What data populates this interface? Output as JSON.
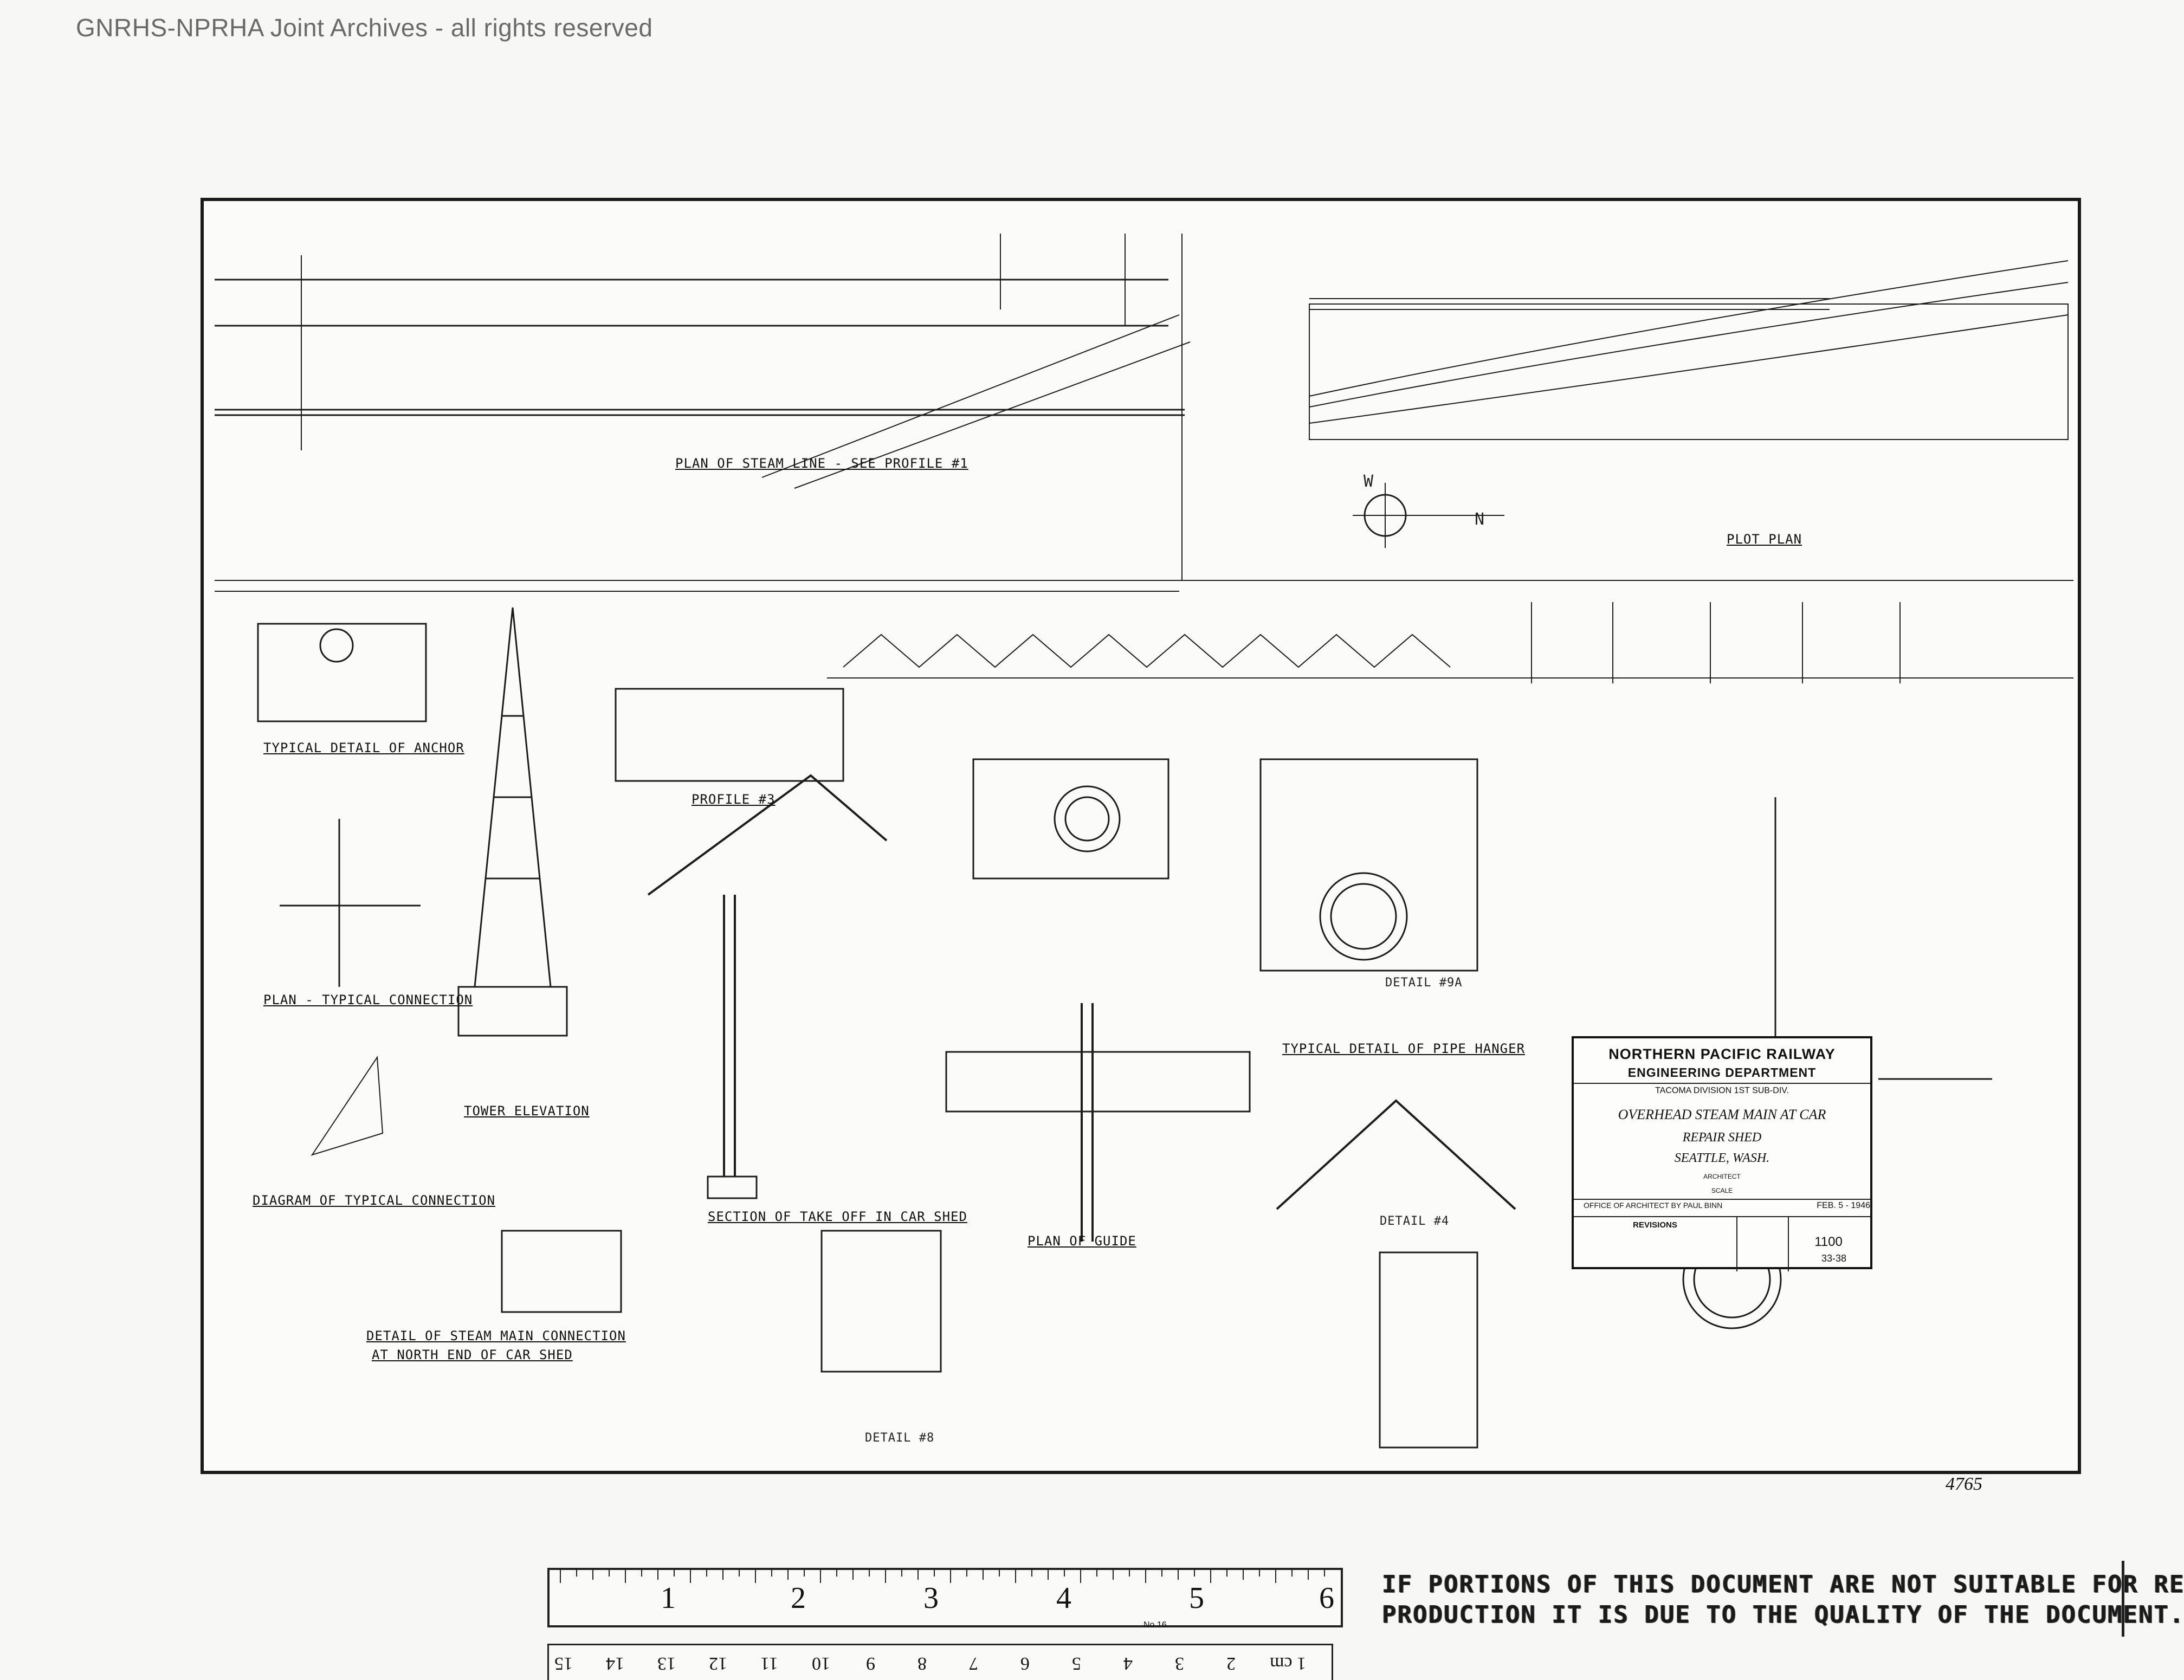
{
  "watermark": "GNRHS-NPRHA Joint Archives - all rights reserved",
  "drawing_labels": {
    "plan_steam_line": "PLAN OF STEAM LINE - SEE PROFILE #1",
    "plot_plan": "PLOT PLAN",
    "typical_detail_anchor": "TYPICAL DETAIL OF ANCHOR",
    "plan_typical_connection": "PLAN - TYPICAL CONNECTION",
    "tower_elevation": "TOWER ELEVATION",
    "diagram_typical_connection": "DIAGRAM OF TYPICAL CONNECTION",
    "profile_3": "PROFILE #3",
    "section_take_off": "SECTION OF TAKE OFF IN CAR SHED",
    "plan_of_guide": "PLAN OF GUIDE",
    "typical_detail_pipe_hanger": "TYPICAL DETAIL OF PIPE HANGER",
    "detail_steam_main_connection": "DETAIL OF STEAM MAIN CONNECTION",
    "north_end_car_shed": "AT NORTH END OF CAR SHED",
    "detail_9a": "DETAIL #9A",
    "detail_4": "DETAIL #4",
    "detail_8": "DETAIL #8",
    "north_marker": "N",
    "west_marker": "W"
  },
  "title_block": {
    "railway": "NORTHERN PACIFIC RAILWAY",
    "department": "ENGINEERING DEPARTMENT",
    "division": "TACOMA DIVISION    1ST SUB-DIV.",
    "title_line1": "OVERHEAD STEAM MAIN AT CAR",
    "title_line2": "REPAIR SHED",
    "title_line3": "SEATTLE, WASH.",
    "architect_label": "ARCHITECT",
    "scale_label": "SCALE",
    "office": "OFFICE OF ARCHITECT BY PAUL BINN",
    "date": "FEB. 5 - 1946",
    "revisions_label": "REVISIONS",
    "drawing_no": "1100",
    "sheet_no": "33-38"
  },
  "archive_number": "4765",
  "ruler": {
    "upper_numbers": [
      "1",
      "2",
      "3",
      "4",
      "5",
      "6"
    ],
    "model": "No.16",
    "lower_numbers": [
      "15",
      "14",
      "13",
      "12",
      "11",
      "10",
      "9",
      "8",
      "7",
      "6",
      "5",
      "4",
      "3",
      "2",
      "1 cm"
    ]
  },
  "notice": {
    "line1": "IF PORTIONS OF THIS DOCUMENT ARE NOT SUITABLE FOR RE-",
    "line2": "PRODUCTION IT IS DUE TO THE QUALITY OF THE DOCUMENT."
  }
}
